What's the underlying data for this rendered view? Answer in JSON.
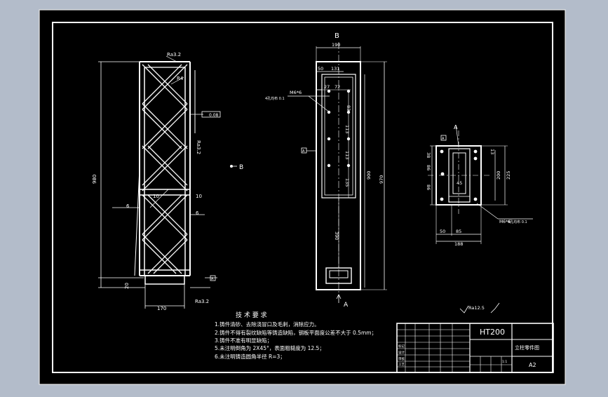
{
  "section_markers": {
    "b_front": "B",
    "b_top": "B",
    "a_bottom": "A",
    "a_right": "A",
    "box_left": "A",
    "box_right": "A"
  },
  "front_view": {
    "ra_top": "Ra3.2",
    "ra_side": "Ra3.2",
    "ra_bottom": "Ra3.2",
    "r4": "R4",
    "tol_box": "0.08",
    "dim_height": "980",
    "dim_base": "170",
    "dim_bottom_left": "20",
    "dim_6_left": "6",
    "dim_6_right": "6",
    "dim_10_a": "10",
    "dim_10_b": "10"
  },
  "side_view": {
    "dim_top_width": "190",
    "dim_50": "50",
    "dim_131": "131",
    "dim_27": "27",
    "dim_72": "72",
    "dim_83": "83",
    "dim_113_a": "113",
    "dim_113_b": "113",
    "dim_135": "135",
    "dim_900": "900",
    "dim_970": "970",
    "dim_390": "390",
    "thread_label": "M6*6",
    "callout": "4孔均布 0.1"
  },
  "section_view": {
    "dim_38": "38",
    "dim_86_a": "86",
    "dim_86_b": "86",
    "dim_13": "13",
    "dim_200": "200",
    "dim_225": "225",
    "dim_50": "50",
    "dim_85": "85",
    "dim_188": "188",
    "dim_45": "45",
    "thread_label": "M6*6",
    "callout": "4孔均布 0.1"
  },
  "tech_requirements": {
    "title": "技 术 要 求",
    "items": [
      "1.铸件清砂、去除浇冒口及毛刺，消除应力。",
      "2.铸件不得有裂纹缺陷等铸造缺陷，钢板平面度公差不大于 0.5mm；",
      "3.铸件不准有明显缺陷；",
      "5.未注明倒角为 2X45°，表面粗糙度为 12.5；",
      "6.未注明铸造圆角半径 R=3；"
    ]
  },
  "roughness_note": "Ra12.5",
  "title_block": {
    "material": "HT200",
    "part_name": "立柱零件图",
    "sheet_size": "A2",
    "row_labels": [
      "标记",
      "设计",
      "审核",
      "工艺"
    ],
    "footer_scale": "1:1"
  }
}
